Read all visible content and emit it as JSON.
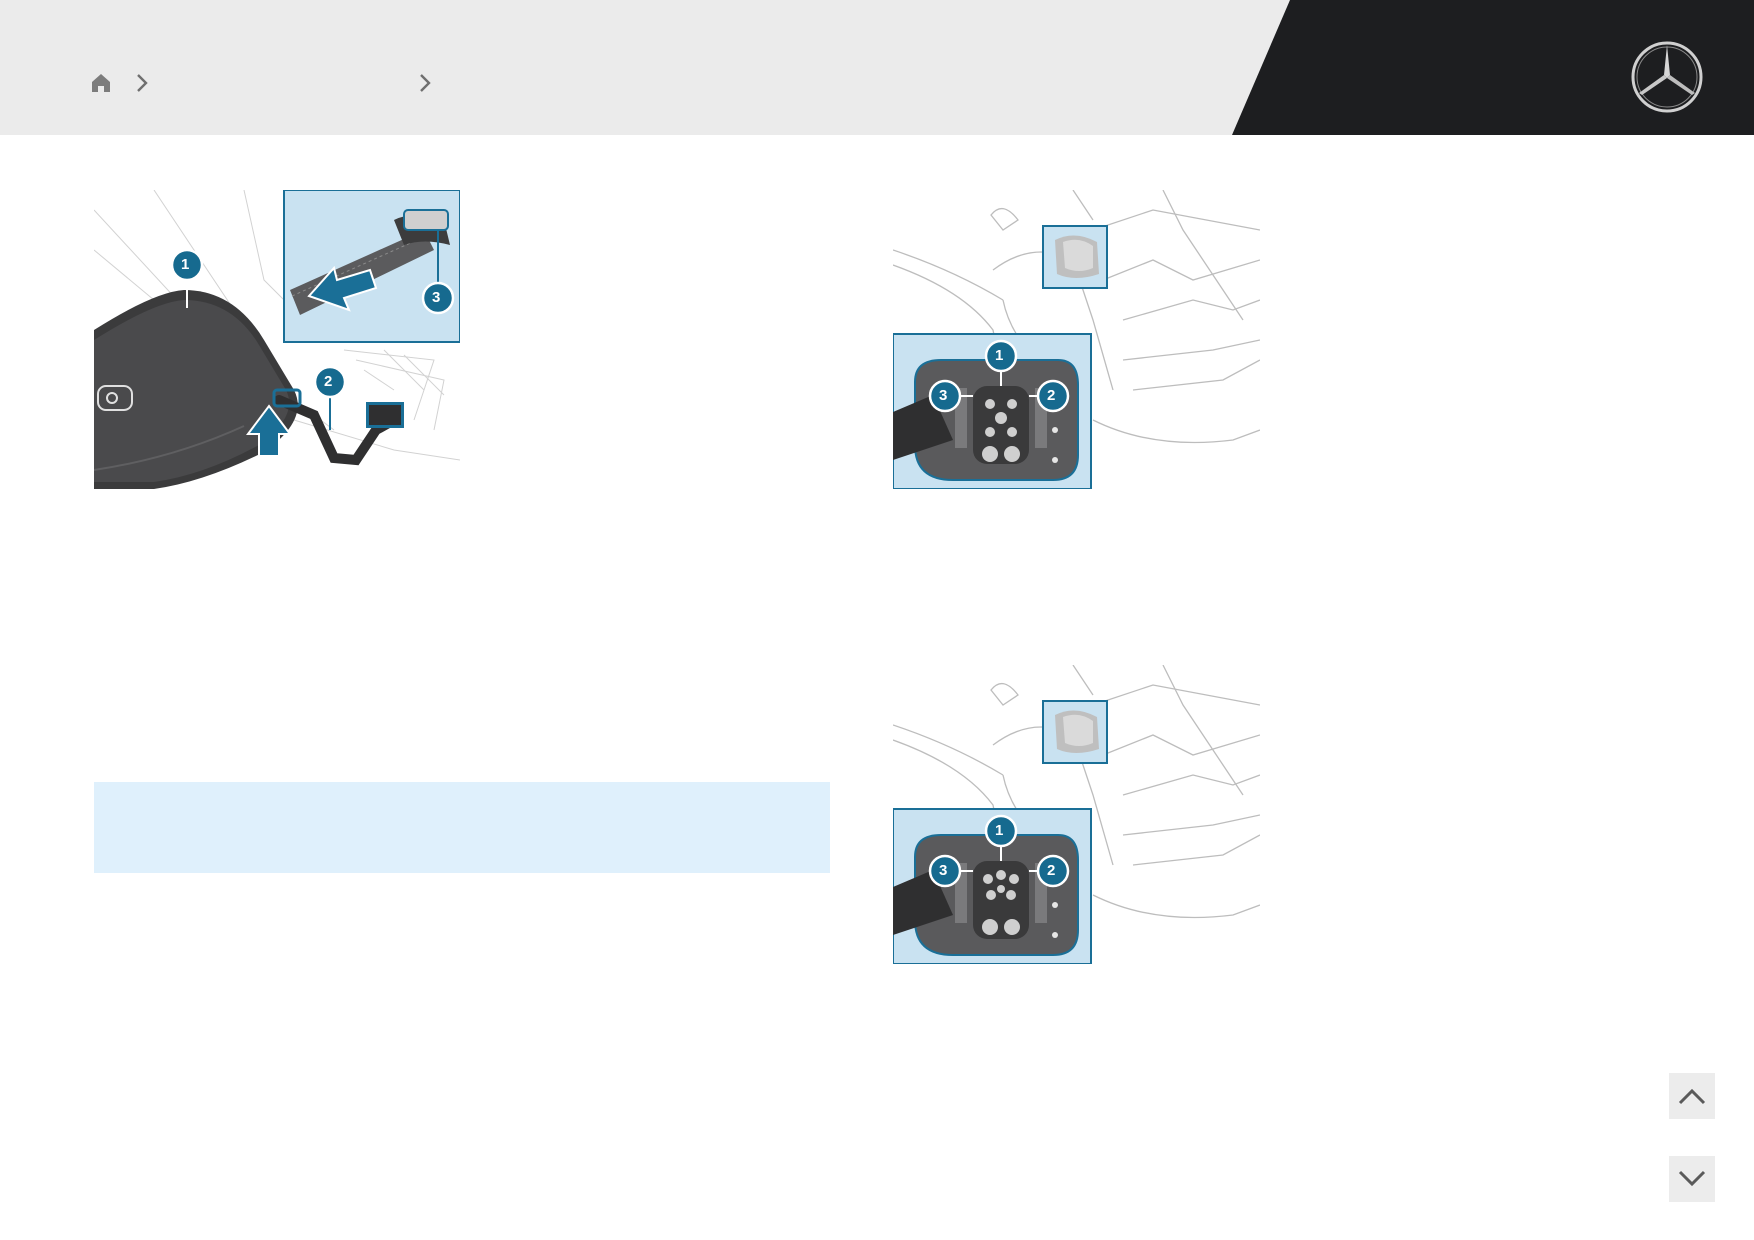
{
  "header": {
    "breadcrumb": {
      "items": [
        {
          "icon": "home-icon",
          "label": ""
        },
        {
          "label": ""
        },
        {
          "label": ""
        }
      ],
      "separator_icon": "chevron-right-icon"
    },
    "logo": "mercedes-benz-star-logo"
  },
  "illustrations": [
    {
      "name": "charging-cable-bag",
      "callouts": [
        "1",
        "2",
        "3"
      ]
    },
    {
      "name": "charging-socket-combined",
      "callouts": [
        "1",
        "2",
        "3"
      ]
    },
    {
      "name": "charging-socket-type2",
      "callouts": [
        "1",
        "2",
        "3"
      ]
    }
  ],
  "note_box": {
    "text": ""
  },
  "navigation": {
    "up_icon": "chevron-up-icon",
    "down_icon": "chevron-down-icon"
  },
  "colors": {
    "accent_blue": "#1a6f97",
    "callout_fill": "#166a8f",
    "highlight_bg": "#c9e2f1",
    "note_bg": "#dff0fc",
    "header_bg": "#ebebeb",
    "header_dark": "#1d1e20"
  }
}
